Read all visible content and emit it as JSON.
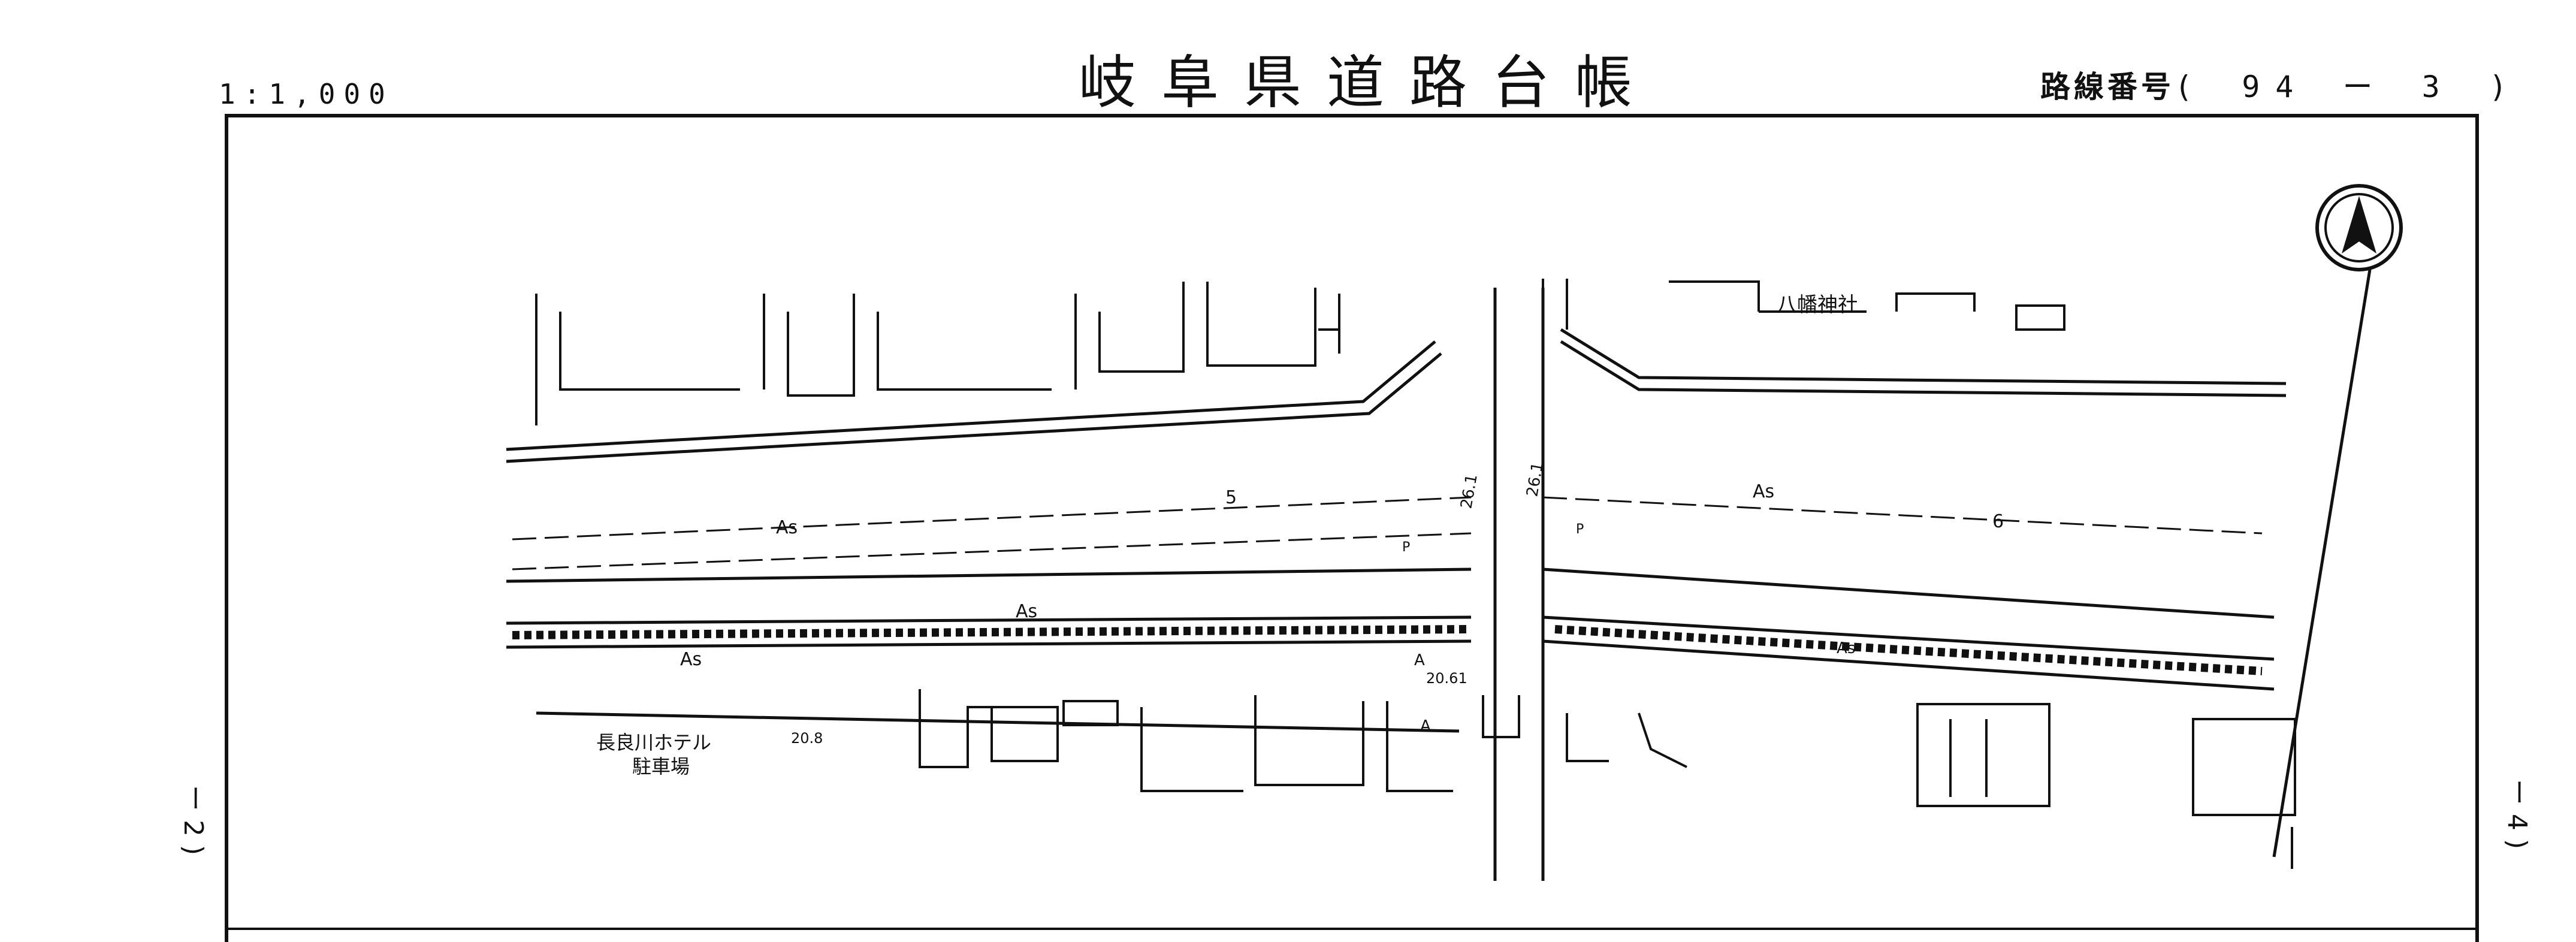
{
  "header": {
    "scale": "1:1,000",
    "title": "岐阜県道路台帳",
    "route_label": "路線番号",
    "route_number": "( 94 ー 3 )"
  },
  "side_labels": {
    "left": "ー 2 )",
    "right": "ー 4 )"
  },
  "map": {
    "labels": {
      "shrine": "八幡神社",
      "hotel_parking_line1": "長良川ホテル",
      "hotel_parking_line2": "駐車場",
      "pavement_as_1": "As",
      "pavement_as_2": "As",
      "pavement_as_3": "As",
      "pavement_as_4": "As",
      "pavement_as_5": "As",
      "station_5": "5",
      "station_6": "6",
      "width_26_1a": "26.1",
      "width_26_1b": "26.1",
      "elevation_20_61": "20.61",
      "elevation_20_8": "20.8",
      "symbol_a1": "A",
      "symbol_a2": "A",
      "sign_p1": "P",
      "sign_p2": "P"
    },
    "colors": {
      "ink": "#111111",
      "paper": "#ffffff"
    }
  }
}
